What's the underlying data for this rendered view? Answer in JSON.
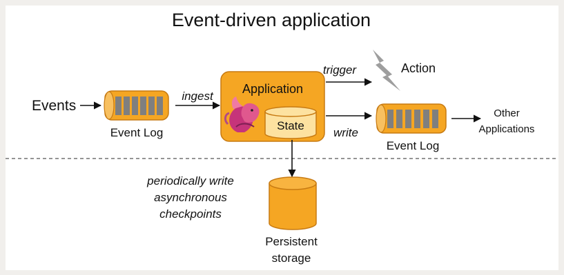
{
  "title": "Event-driven application",
  "labels": {
    "events": "Events",
    "ingest": "ingest",
    "event_log_left": "Event Log",
    "application": "Application",
    "state": "State",
    "trigger": "trigger",
    "action": "Action",
    "write": "write",
    "event_log_right": "Event Log",
    "other_line1": "Other",
    "other_line2": "Applications",
    "periodic_line1": "periodically write",
    "periodic_line2": "asynchronous",
    "periodic_line3": "checkpoints",
    "persistent_line1": "Persistent",
    "persistent_line2": "storage"
  },
  "colors": {
    "orange": "#f5a623",
    "orange_dark": "#c77a12",
    "state_fill": "#fde2a0",
    "log_segment": "#7f7f7f",
    "lightning": "#9e9e9e",
    "dashed": "#555555"
  },
  "icons": {
    "logo": "squirrel-logo-icon",
    "action": "lightning-icon"
  }
}
